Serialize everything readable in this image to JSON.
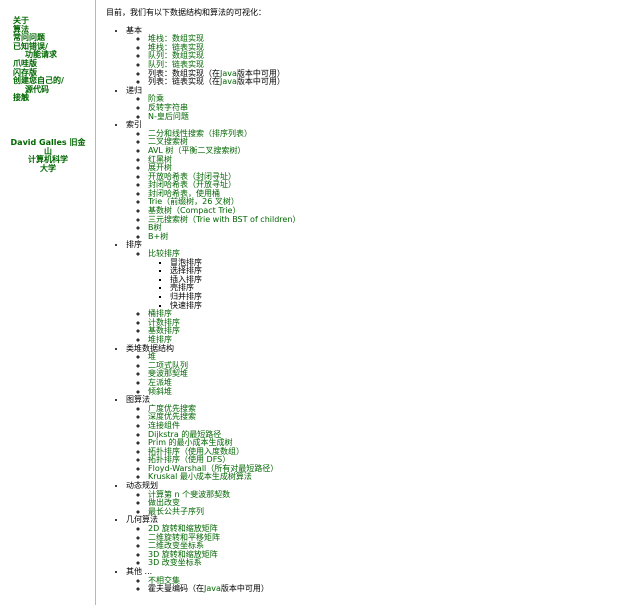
{
  "sidebar": {
    "links": [
      {
        "label": "关于"
      },
      {
        "label": "算法"
      },
      {
        "label": "常问问题"
      },
      {
        "label": "已知错误/",
        "cont": "功能请求"
      },
      {
        "label": "爪哇版"
      },
      {
        "label": "闪存版"
      },
      {
        "label": "创建您自己的/",
        "cont": "源代码"
      },
      {
        "label": "接触"
      }
    ],
    "credit_line1": "David Galles 旧金",
    "credit_line2": "山",
    "credit_line3": "计算机科学",
    "credit_line4": "大学"
  },
  "main": {
    "intro": "目前，我们有以下数据结构和算法的可视化：",
    "categories": [
      {
        "label": "基本",
        "items": [
          "堆栈：数组实现",
          "堆栈：链表实现",
          "队列：数组实现",
          "队列：链表实现"
        ],
        "java_items": [
          {
            "pre": "列表：数组实现（在",
            "java": "Java",
            "post": "版本中可用）"
          },
          {
            "pre": "列表：链表实现（在",
            "java": "Java",
            "post": "版本中可用）"
          }
        ]
      },
      {
        "label": "递归",
        "items": [
          "阶乘",
          "反转字符串",
          "N-皇后问题"
        ]
      },
      {
        "label": "索引",
        "items": [
          "二分和线性搜索（排序列表）",
          "二叉搜索树",
          "AVL 树（平衡二叉搜索树）",
          "红黑树",
          "展开树",
          "开放哈希表（封闭寻址）",
          "封闭哈希表（开放寻址）",
          "封闭哈希表，使用桶",
          "Trie（前缀树，26 叉树）",
          "基数树（Compact Trie）",
          "三元搜索树（Trie with BST of children）",
          "B树",
          "B+树"
        ]
      },
      {
        "label": "排序",
        "sub_label": "比较排序",
        "sub_items": [
          "冒泡排序",
          "选择排序",
          "插入排序",
          "壳排序",
          "归并排序",
          "快速排序"
        ],
        "items": [
          "桶排序",
          "计数排序",
          "基数排序",
          "堆排序"
        ]
      },
      {
        "label": "类堆数据结构",
        "items": [
          "堆",
          "二项式队列",
          "斐波那契堆",
          "左派堆",
          "倾斜堆"
        ]
      },
      {
        "label": "图算法",
        "items": [
          "广度优先搜索",
          "深度优先搜索",
          "连接组件",
          "Dijkstra 的最短路径",
          "Prim 的最小成本生成树",
          "拓扑排序（使用入度数组）",
          "拓扑排序（使用 DFS）",
          "Floyd-Warshall（所有对最短路径）",
          "Kruskal 最小成本生成树算法"
        ]
      },
      {
        "label": "动态规划",
        "items": [
          "计算第 n 个斐波那契数",
          "做出改变",
          "最长公共子序列"
        ]
      },
      {
        "label": "几何算法",
        "items": [
          "2D 旋转和缩放矩阵",
          "二维旋转和平移矩阵",
          "二维改变坐标系",
          "3D 旋转和缩放矩阵",
          "3D 改变坐标系"
        ]
      },
      {
        "label": "其他 ...",
        "items": [
          "不相交集"
        ],
        "java_items": [
          {
            "pre": "霍夫曼编码（在",
            "java": "Java",
            "post": "版本中可用）"
          }
        ]
      }
    ]
  }
}
